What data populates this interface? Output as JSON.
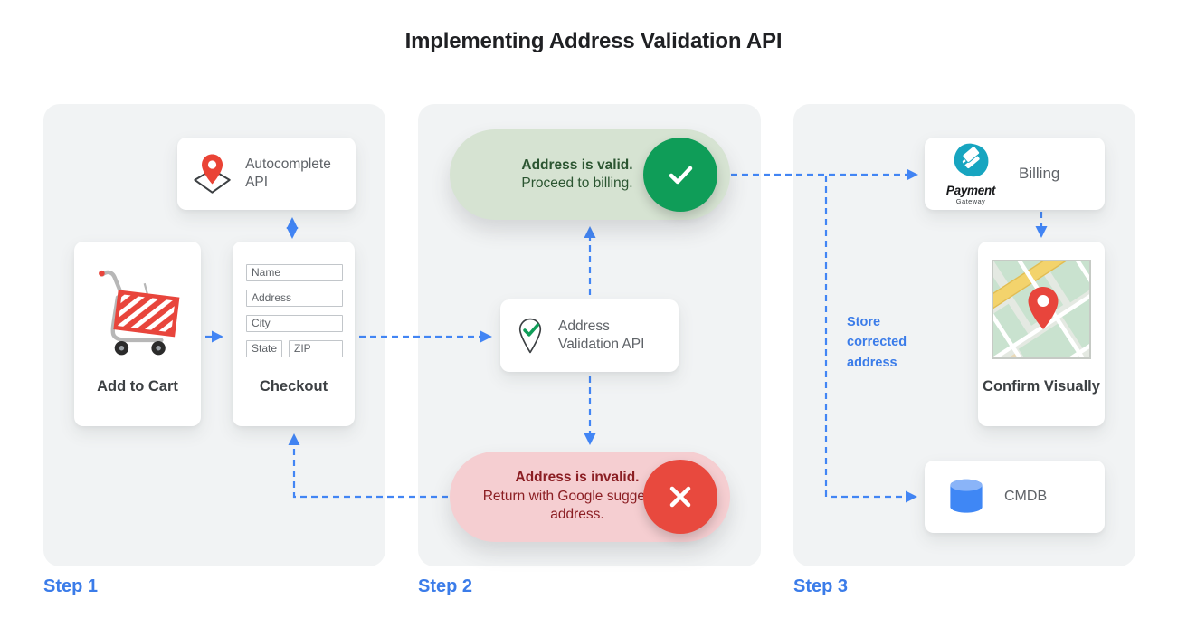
{
  "title": "Implementing Address Validation API",
  "colors": {
    "accent_blue": "#4285f4",
    "step_label_blue": "#3b7ce9",
    "panel_bg": "#f1f3f4",
    "success_green": "#0f9d58",
    "valid_pill_bg": "#d6e3d2",
    "valid_pill_text": "#2b5531",
    "error_red": "#e8493e",
    "invalid_pill_bg": "#f5ced1",
    "invalid_pill_text": "#8b1e23",
    "card_label_gray": "#5f6368",
    "dark_label": "#3c4043",
    "cart_red": "#e8453c",
    "payment_teal": "#17a5c0",
    "db_blue": "#3f87f5"
  },
  "step1": {
    "label": "Step 1",
    "autocomplete_card": {
      "icon": "map-pin-diamond-icon",
      "label": "Autocomplete API"
    },
    "add_to_cart_card": {
      "icon": "shopping-cart-icon",
      "label": "Add to Cart"
    },
    "checkout_card": {
      "label": "Checkout",
      "fields": [
        "Name",
        "Address",
        "City",
        "State",
        "ZIP"
      ]
    }
  },
  "step2": {
    "label": "Step 2",
    "valid_pill": {
      "icon": "check-circle-icon",
      "title": "Address is valid.",
      "subtitle": "Proceed to billing."
    },
    "validation_card": {
      "icon": "map-pin-check-icon",
      "label": "Address Validation API"
    },
    "invalid_pill": {
      "icon": "x-circle-icon",
      "title": "Address is invalid.",
      "subtitle": "Return with Google suggested address."
    }
  },
  "step3": {
    "label": "Step 3",
    "billing_card": {
      "icon": "payment-gateway-logo",
      "logo_title": "Payment",
      "logo_subtitle": "Gateway",
      "label": "Billing"
    },
    "store_note": "Store corrected address",
    "confirm_card": {
      "icon": "map-thumbnail",
      "label": "Confirm Visually"
    },
    "cmdb_card": {
      "icon": "database-icon",
      "label": "CMDB"
    }
  }
}
